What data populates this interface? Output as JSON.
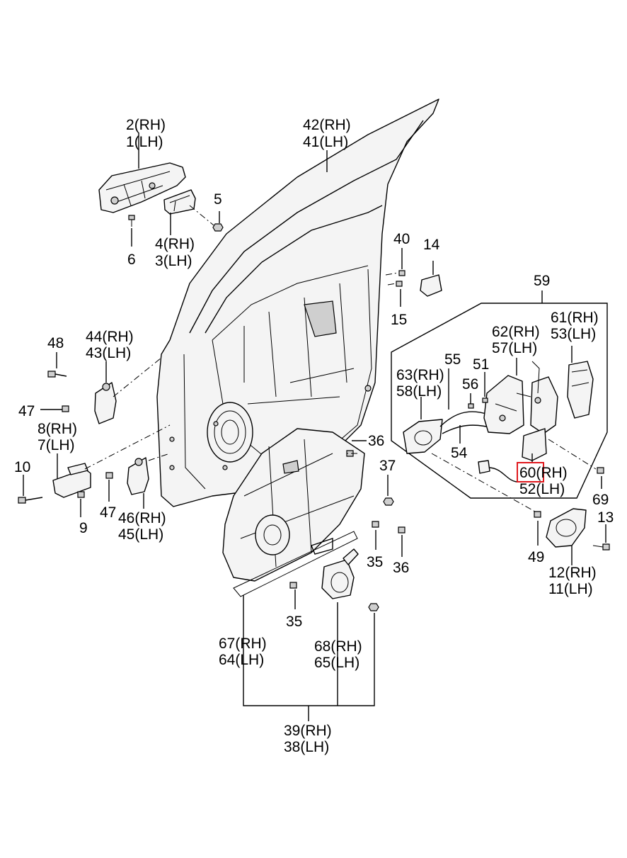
{
  "callouts": {
    "c2": "2",
    "c1": "1",
    "c5": "5",
    "c6": "6",
    "c4": "4",
    "c3": "3",
    "c42": "42",
    "c41": "41",
    "c40": "40",
    "c14": "14",
    "c15": "15",
    "c59": "59",
    "c48": "48",
    "c44": "44",
    "c43": "43",
    "c47a": "47",
    "c8": "8",
    "c7": "7",
    "c10": "10",
    "c9": "9",
    "c47b": "47",
    "c46": "46",
    "c45": "45",
    "c36a": "36",
    "c37": "37",
    "c35a": "35",
    "c36b": "36",
    "c35b": "35",
    "c67": "67",
    "c64": "64",
    "c68": "68",
    "c65": "65",
    "c39": "39",
    "c38": "38",
    "c61": "61",
    "c53": "53",
    "c62": "62",
    "c57": "57",
    "c55": "55",
    "c51": "51",
    "c63": "63",
    "c58": "58",
    "c56": "56",
    "c54": "54",
    "c60": "60",
    "c52": "52",
    "c69": "69",
    "c13": "13",
    "c49": "49",
    "c12": "12",
    "c11": "11"
  },
  "suffix": {
    "rh": "(RH)",
    "lh": "(LH)"
  },
  "highlight": {
    "part": "60",
    "color": "#e0191e"
  }
}
